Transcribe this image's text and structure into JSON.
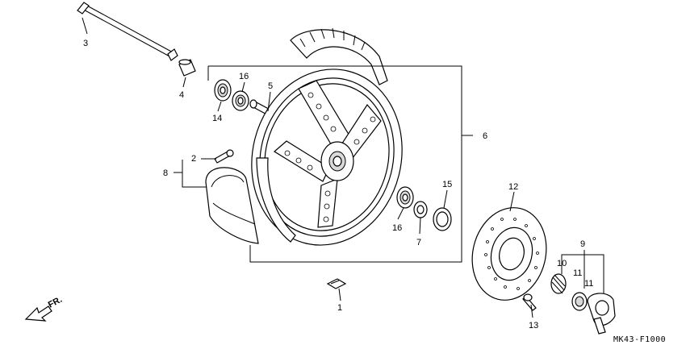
{
  "diagram": {
    "code": "MK43-F1000",
    "direction_label": "FR.",
    "callouts": [
      {
        "id": "c1",
        "text": "1"
      },
      {
        "id": "c2",
        "text": "2"
      },
      {
        "id": "c3",
        "text": "3"
      },
      {
        "id": "c4",
        "text": "4"
      },
      {
        "id": "c5",
        "text": "5"
      },
      {
        "id": "c6",
        "text": "6"
      },
      {
        "id": "c7",
        "text": "7"
      },
      {
        "id": "c8",
        "text": "8"
      },
      {
        "id": "c9",
        "text": "9"
      },
      {
        "id": "c10",
        "text": "10"
      },
      {
        "id": "c11a",
        "text": "11"
      },
      {
        "id": "c11b",
        "text": "11"
      },
      {
        "id": "c12",
        "text": "12"
      },
      {
        "id": "c13",
        "text": "13"
      },
      {
        "id": "c14",
        "text": "14"
      },
      {
        "id": "c15",
        "text": "15"
      },
      {
        "id": "c16a",
        "text": "16"
      },
      {
        "id": "c16b",
        "text": "16"
      }
    ]
  }
}
